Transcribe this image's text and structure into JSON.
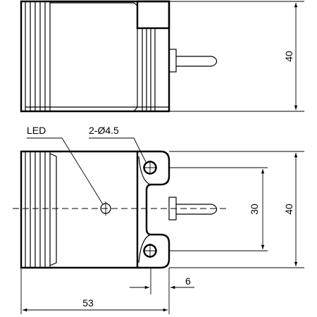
{
  "labels": {
    "led": "LED",
    "holes": "2-Ø4.5"
  },
  "dimensions": {
    "top_height": "40",
    "hole_spacing": "30",
    "front_height": "40",
    "flange": "6",
    "width": "53"
  }
}
